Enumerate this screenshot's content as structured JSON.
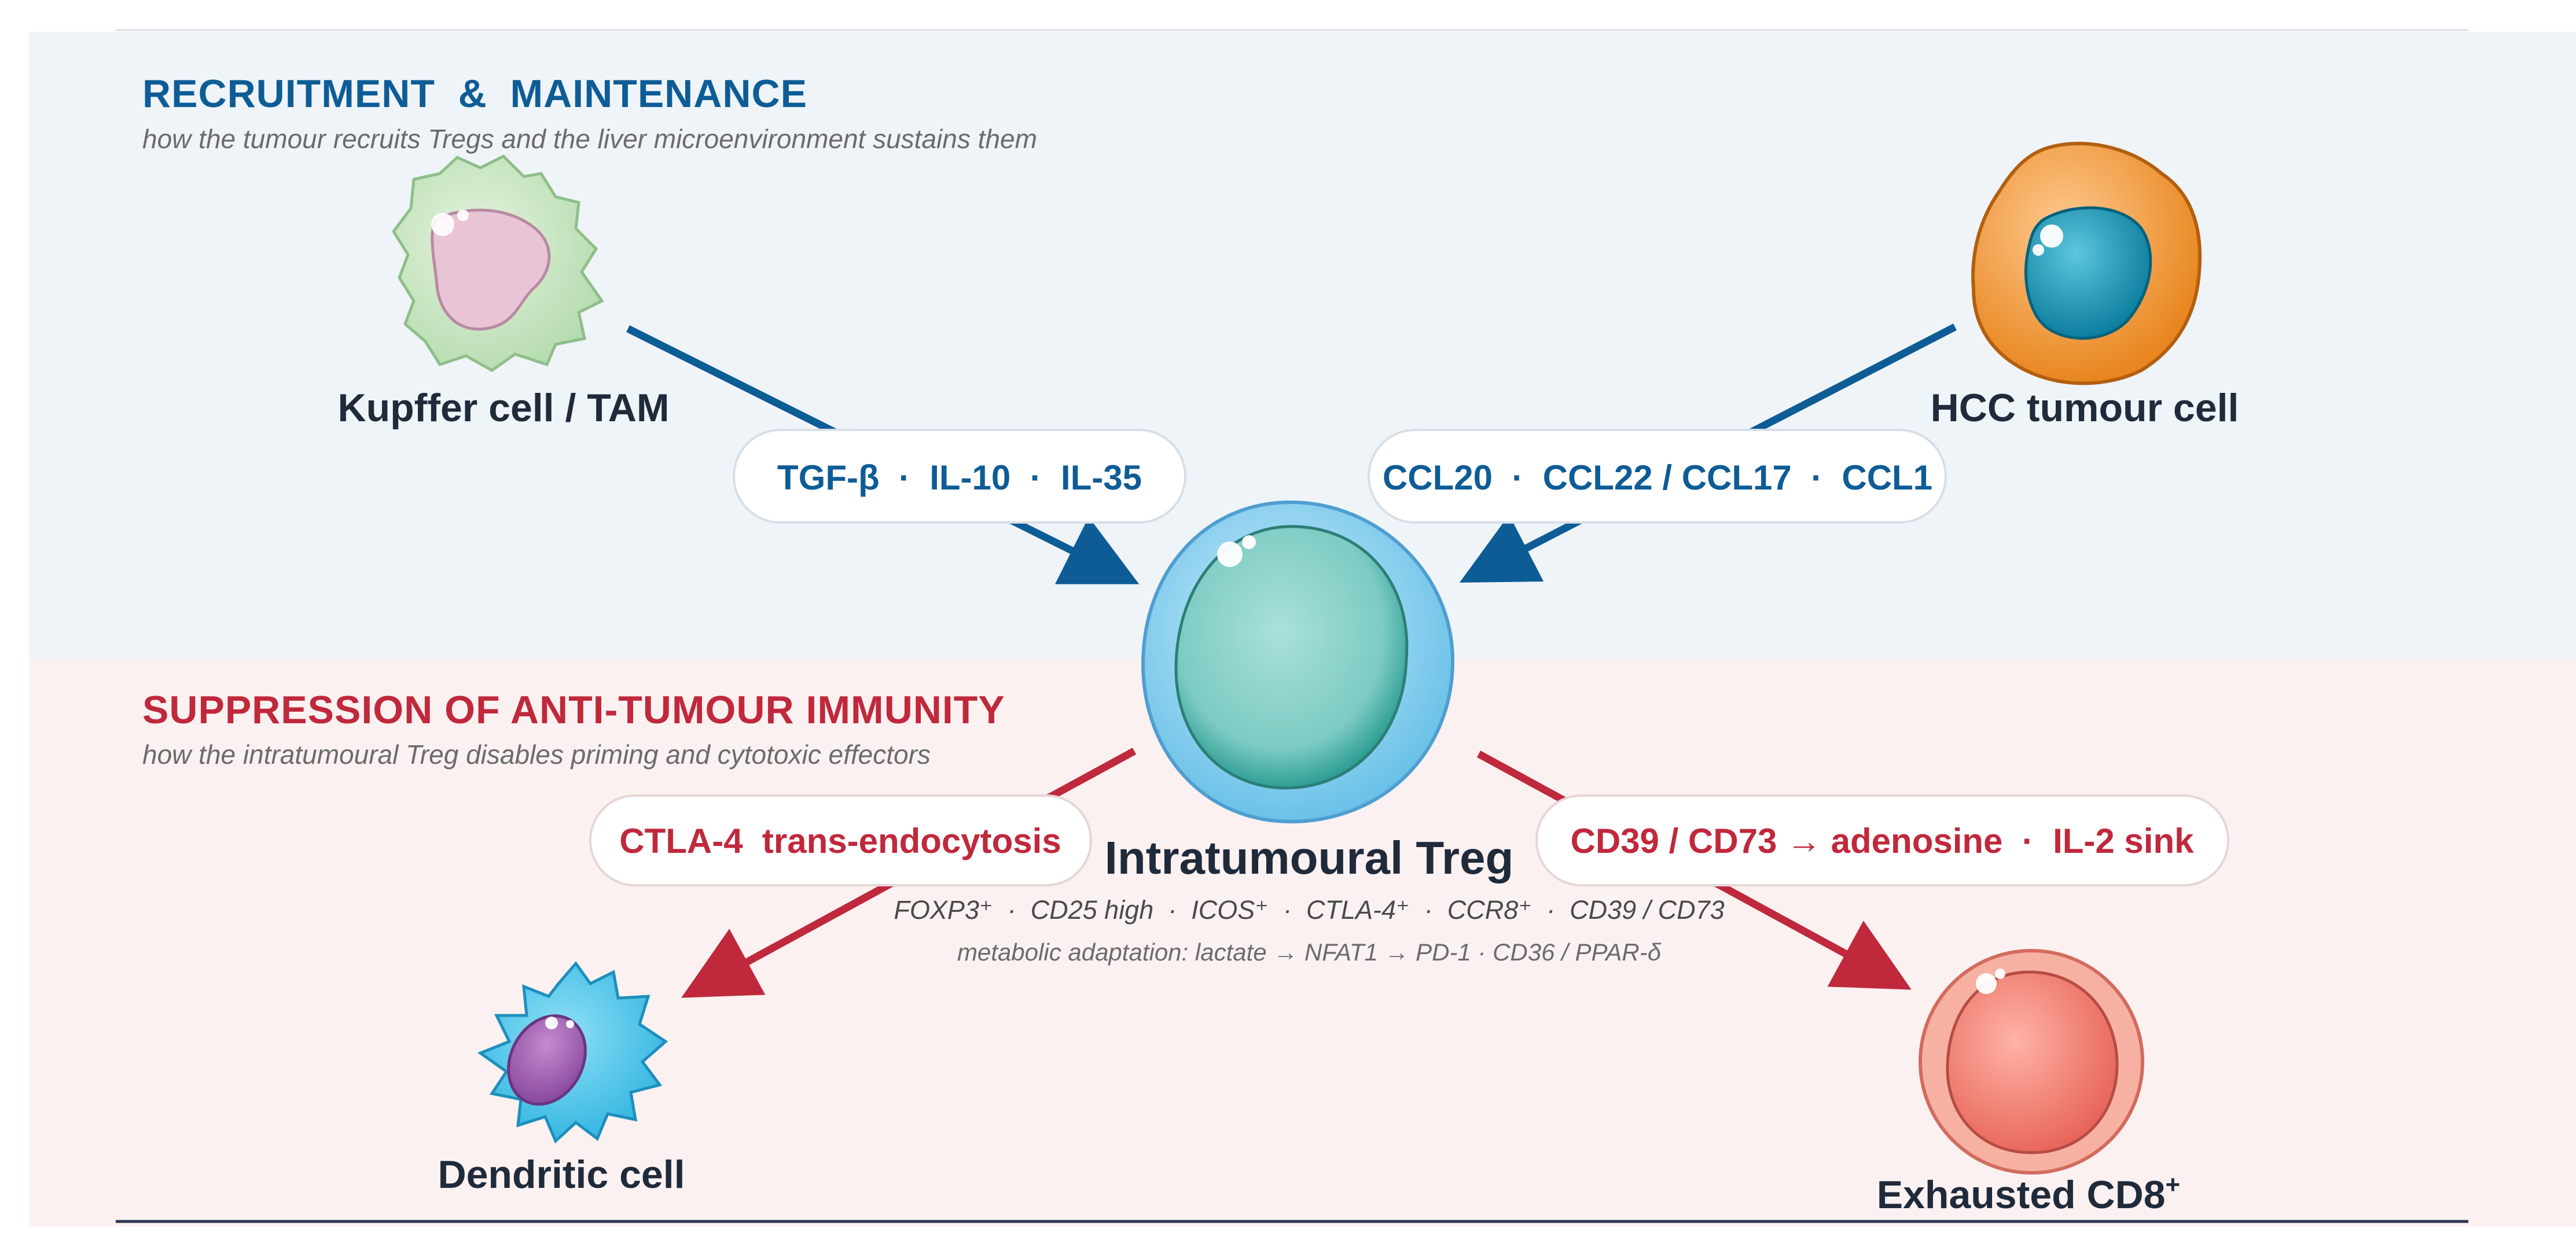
{
  "sections": {
    "recruitment": {
      "title": "RECRUITMENT  &  MAINTENANCE",
      "subtitle": "how the tumour recruits Tregs and the liver microenvironment sustains them",
      "color": "#0e5c96",
      "background": "#eff4f9"
    },
    "suppression": {
      "title": "SUPPRESSION OF ANTI-TUMOUR IMMUNITY",
      "subtitle": "how the intratumoural Treg disables priming and cytotoxic effectors",
      "color": "#c0283c",
      "background": "#fbf1f1"
    }
  },
  "cells": {
    "kupffer": {
      "label": "Kupffer cell / TAM",
      "icon": "kupffer-macrophage-icon"
    },
    "hcc": {
      "label": "HCC tumour cell",
      "icon": "tumour-cell-icon"
    },
    "treg": {
      "label": "Intratumoural Treg",
      "icon": "treg-cell-icon",
      "markers": "FOXP3⁺  ·  CD25 high  ·  ICOS⁺  ·  CTLA-4⁺  ·  CCR8⁺  ·  CD39 / CD73",
      "metabolic": "metabolic adaptation: lactate → NFAT1 → PD-1 · CD36 / PPAR-δ"
    },
    "dendritic": {
      "label": "Dendritic cell",
      "icon": "dendritic-cell-icon"
    },
    "cd8": {
      "label": "Exhausted CD8",
      "label_sup": "+",
      "icon": "cd8-t-cell-icon"
    }
  },
  "signals": {
    "kupffer_to_treg": "TGF-β  ·  IL-10  ·  IL-35",
    "hcc_to_treg": "CCL20  ·  CCL22 / CCL17  ·  CCL1",
    "treg_to_dc": "CTLA-4  trans-endocytosis",
    "treg_to_cd8": "CD39 / CD73 → adenosine  ·  IL-2 sink"
  }
}
